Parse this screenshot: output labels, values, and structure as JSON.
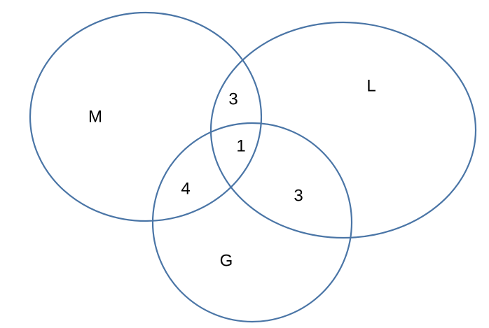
{
  "diagram": {
    "type": "venn",
    "outline_color": "#4a75a6",
    "text_color": "#000000",
    "sets": [
      {
        "id": "M",
        "label": "M"
      },
      {
        "id": "L",
        "label": "L"
      },
      {
        "id": "G",
        "label": "G"
      }
    ],
    "regions": {
      "M_and_L_only": "3",
      "M_and_L_and_G": "1",
      "M_and_G_only": "4",
      "L_and_G_only": "3"
    }
  }
}
